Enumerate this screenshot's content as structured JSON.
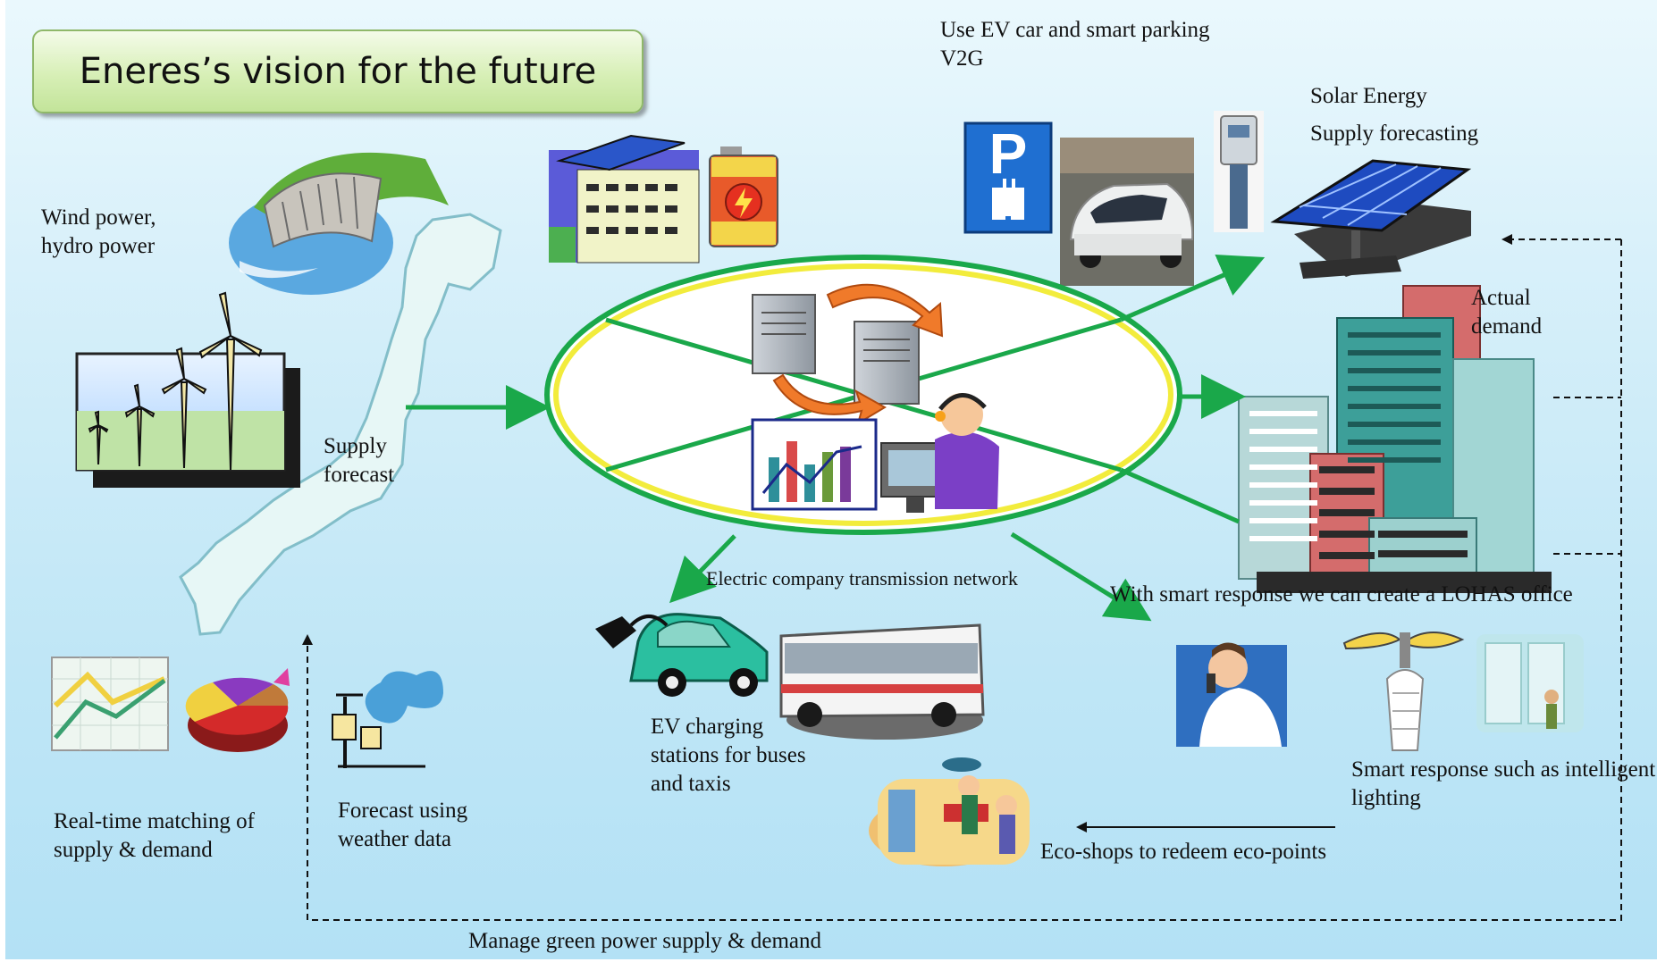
{
  "title": "Eneres’s vision for the future",
  "labels": {
    "ev_parking": "Use EV car and smart parking",
    "v2g": "V2G",
    "solar": "Solar Energy",
    "supply_forecasting": "Supply forecasting",
    "wind_hydro_1": "Wind power,",
    "wind_hydro_2": "hydro power",
    "actual_demand_1": "Actual",
    "actual_demand_2": "demand",
    "supply_forecast_1": "Supply",
    "supply_forecast_2": "forecast",
    "transmission": "Electric company transmission network",
    "lohas": "With smart response we can create a LOHAS office",
    "ev_charging_1": "EV charging",
    "ev_charging_2": "stations for  buses",
    "ev_charging_3": "and taxis",
    "smart_response_1": "Smart response such as intelligent",
    "smart_response_2": "lighting",
    "realtime_1": "Real-time matching of",
    "realtime_2": "supply & demand",
    "weather_1": "Forecast using",
    "weather_2": "weather data",
    "ecoshops": "Eco-shops to redeem  eco-points",
    "manage": "Manage green power supply & demand",
    "parking_sign": "P"
  },
  "icons": {
    "parking": "parking-sign-icon",
    "battery": "battery-icon",
    "solar": "solar-panel-icon",
    "server": "server-icon",
    "chart": "bar-chart-icon"
  },
  "colors": {
    "arrow_green": "#1aa84a",
    "ellipse_outer": "#1aa84a",
    "ellipse_inner": "#f2ec3c",
    "title_fill": "#d7efb6"
  }
}
